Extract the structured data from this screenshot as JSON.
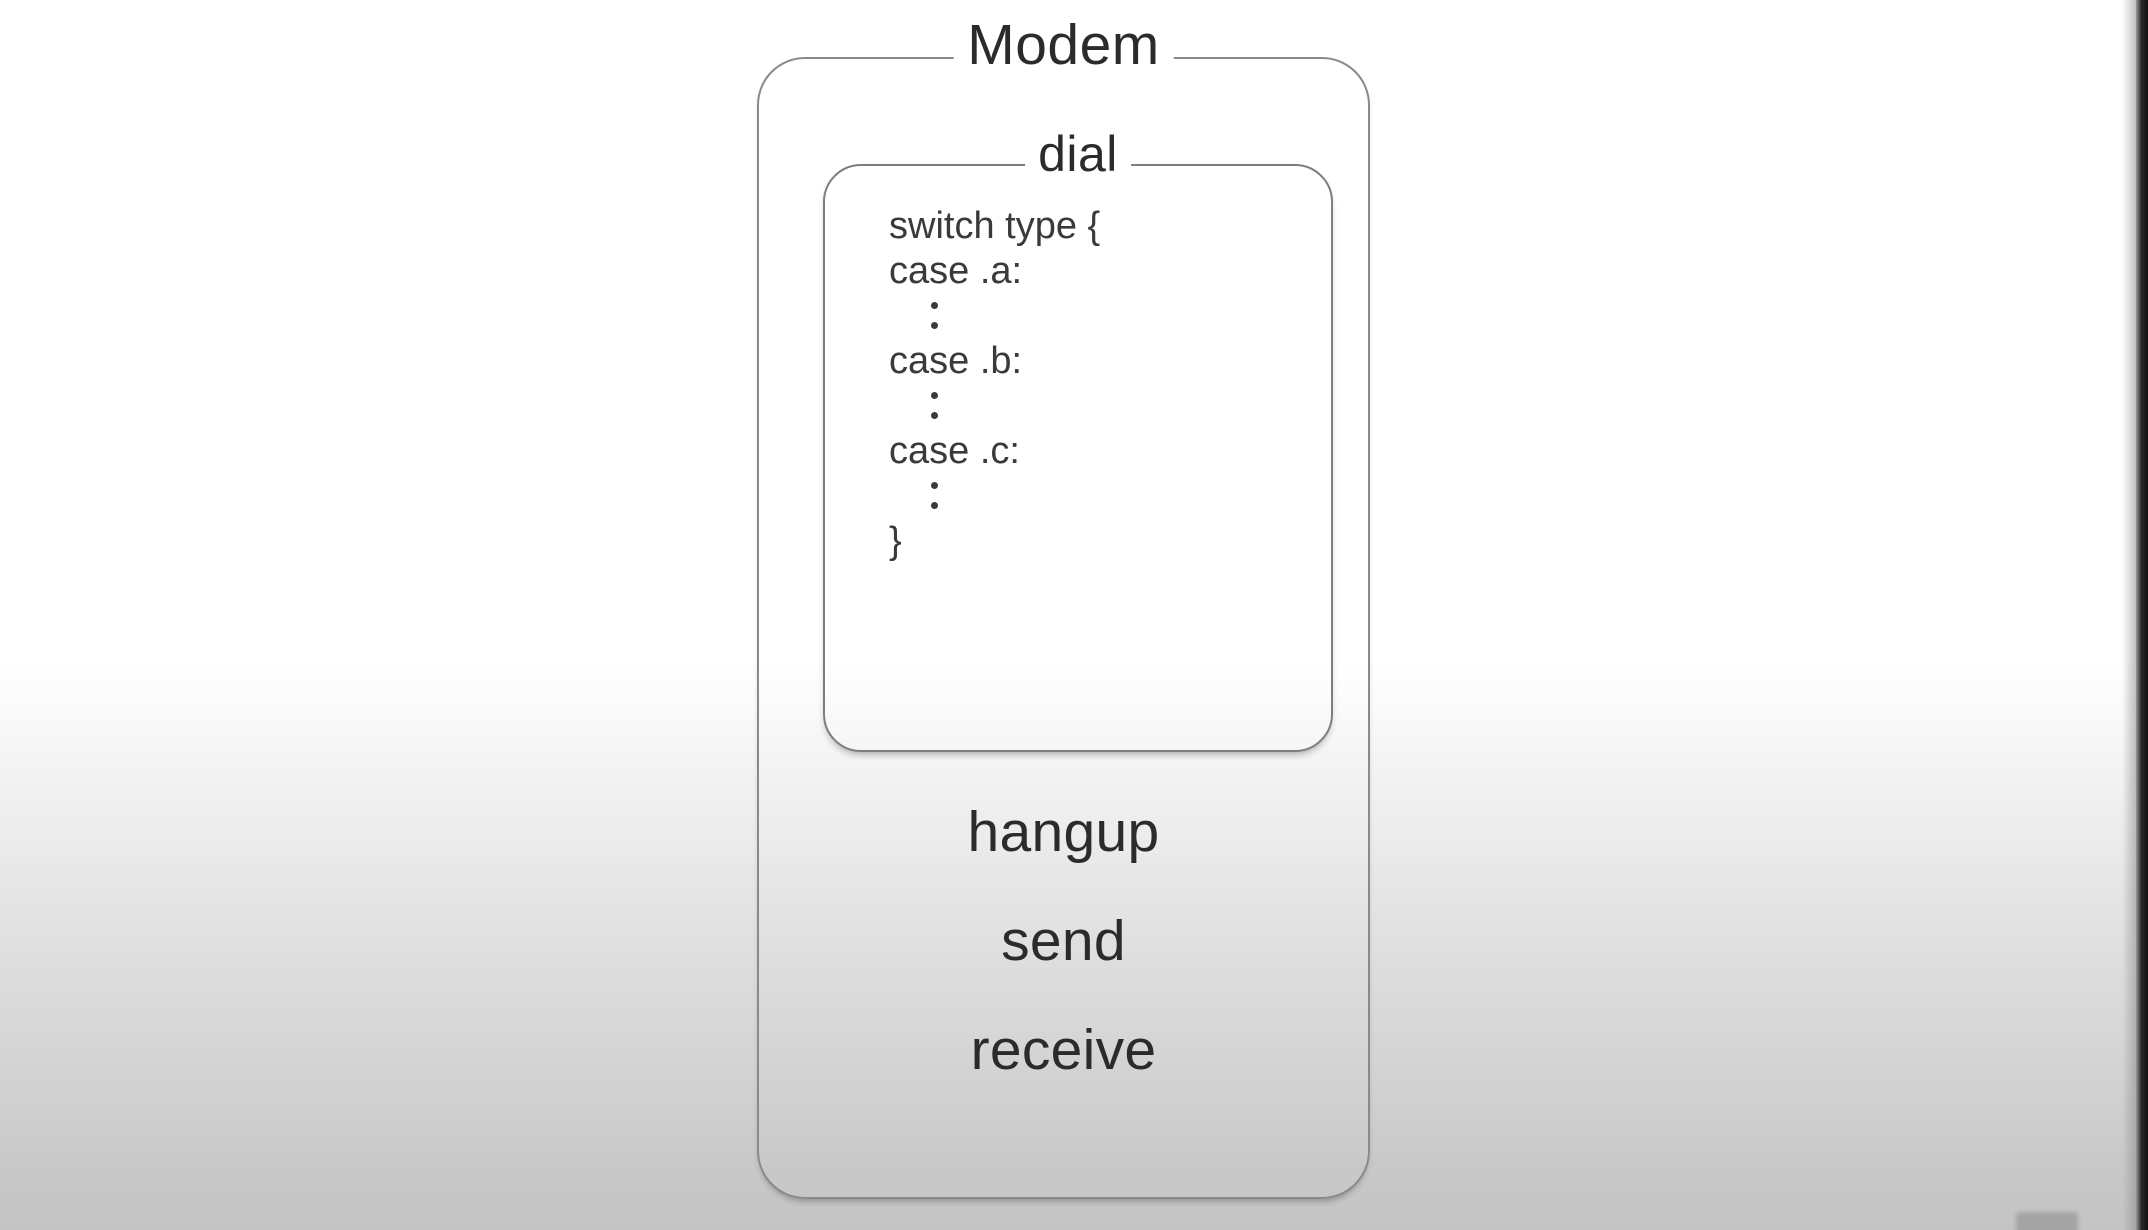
{
  "slide": {
    "background_top_color": "#ffffff",
    "background_bottom_color": "#c4c4c4",
    "border_color": "#8a8a8a",
    "text_color": "#2b2b2b",
    "code_text_color": "#3a3a3a"
  },
  "modem_box": {
    "title": "Modem",
    "methods": [
      {
        "name": "hangup"
      },
      {
        "name": "send"
      },
      {
        "name": "receive"
      }
    ]
  },
  "dial_box": {
    "title": "dial",
    "code_lines": [
      {
        "kind": "code",
        "text": "switch type {"
      },
      {
        "kind": "code",
        "text": "case .a:"
      },
      {
        "kind": "ellipsis",
        "text": ":"
      },
      {
        "kind": "code",
        "text": "case .b:"
      },
      {
        "kind": "ellipsis",
        "text": ":"
      },
      {
        "kind": "code",
        "text": "case .c:"
      },
      {
        "kind": "ellipsis",
        "text": ":"
      },
      {
        "kind": "code",
        "text": "}"
      }
    ]
  }
}
